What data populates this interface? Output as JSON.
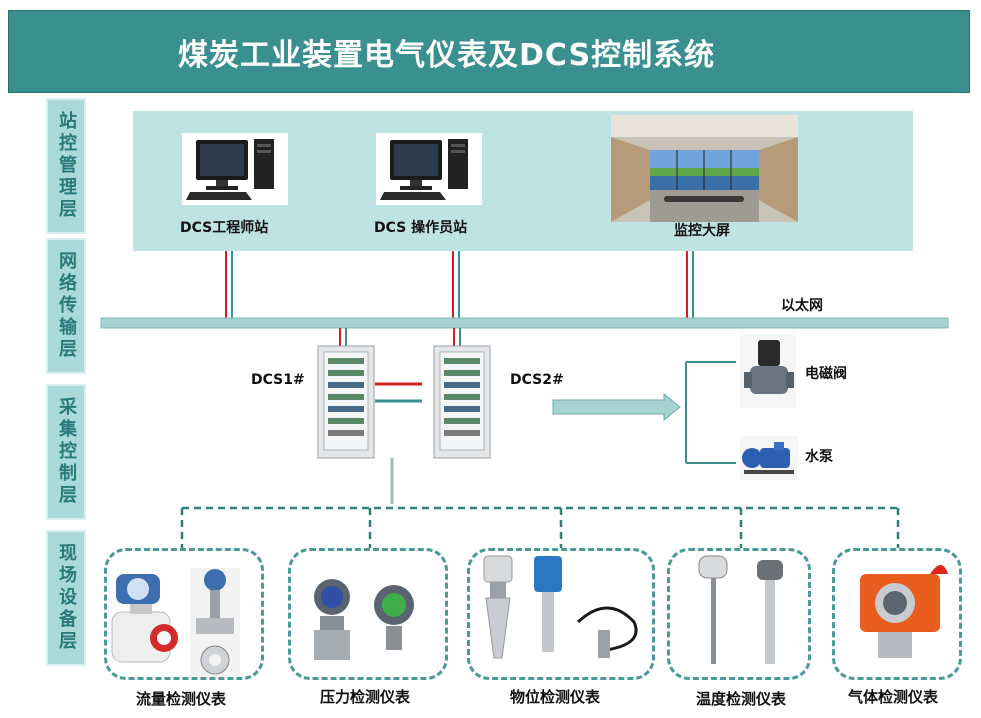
{
  "title": "煤炭工业装置电气仪表及DCS控制系统",
  "layers": [
    {
      "label": "站控管理层"
    },
    {
      "label": "网络传输层"
    },
    {
      "label": "采集控制层"
    },
    {
      "label": "现场设备层"
    }
  ],
  "stations": {
    "engineer": "DCS工程师站",
    "operator": "DCS 操作员站",
    "screen": "监控大屏"
  },
  "network": {
    "ethernet": "以太网"
  },
  "control": {
    "dcs1": "DCS1#",
    "dcs2": "DCS2#"
  },
  "actuators": {
    "valve": "电磁阀",
    "pump": "水泵"
  },
  "instruments": [
    {
      "label": "流量检测仪表"
    },
    {
      "label": "压力检测仪表"
    },
    {
      "label": "物位检测仪表"
    },
    {
      "label": "温度检测仪表"
    },
    {
      "label": "气体检测仪表"
    }
  ],
  "colors": {
    "teal": "#3a8f8f",
    "panel": "#bfe3e3",
    "bus": "#a6d2d2",
    "red": "#d21e1e"
  }
}
